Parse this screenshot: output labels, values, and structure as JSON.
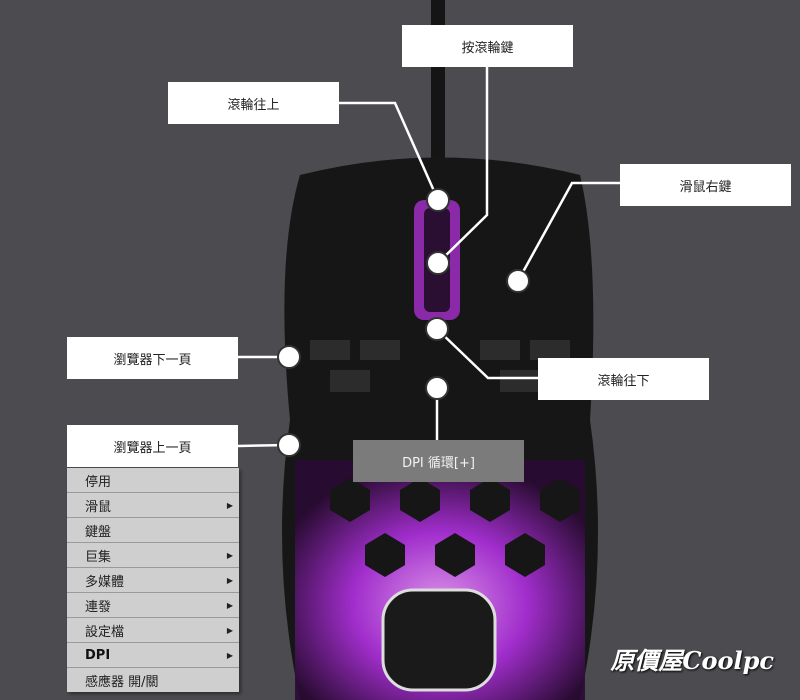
{
  "labels": {
    "middle_click": "按滾輪鍵",
    "scroll_up": "滾輪往上",
    "right_click": "滑鼠右鍵",
    "browser_forward": "瀏覽器下一頁",
    "scroll_down": "滾輪往下",
    "browser_back": "瀏覽器上一頁",
    "dpi_cycle": "DPI 循環[+]"
  },
  "menu": {
    "items": [
      {
        "label": "停用",
        "submenu": false
      },
      {
        "label": "滑鼠",
        "submenu": true
      },
      {
        "label": "鍵盤",
        "submenu": false
      },
      {
        "label": "巨集",
        "submenu": true
      },
      {
        "label": "多媒體",
        "submenu": true
      },
      {
        "label": "連發",
        "submenu": true
      },
      {
        "label": "設定檔",
        "submenu": true
      },
      {
        "label": "DPI",
        "submenu": true
      },
      {
        "label": "感應器 開/關",
        "submenu": false
      }
    ],
    "arrow": "▶"
  },
  "watermark": "原價屋Coolpc",
  "colors": {
    "background": "#4b4b50",
    "glow": "#c040ff"
  }
}
